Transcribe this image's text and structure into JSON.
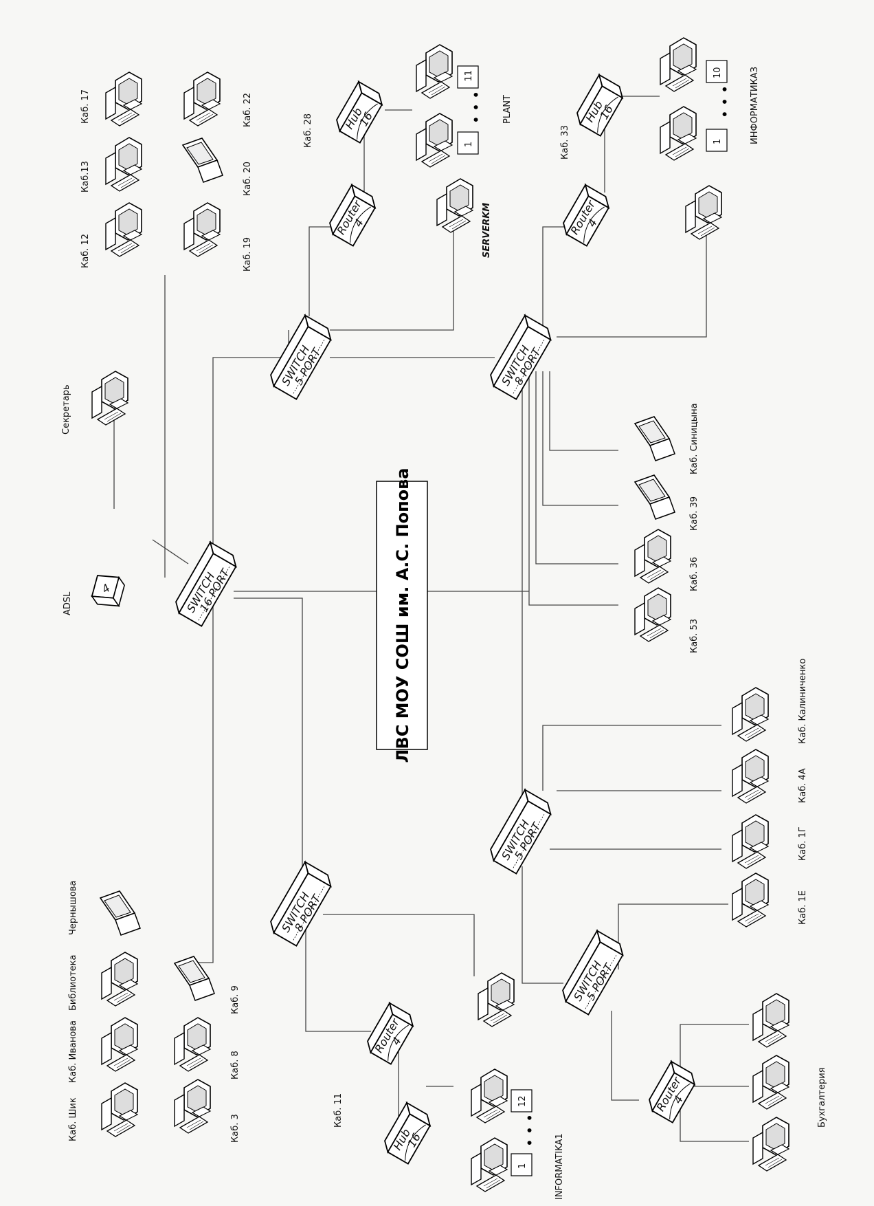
{
  "title": "ЛВС МОУ СОШ им. А.С. Попова",
  "devices": {
    "main_switch": {
      "l1": "SWITCH",
      "l2": "16 PORT"
    },
    "adsl_label": "ADSL",
    "adsl_num": "4",
    "top_switch": {
      "l1": "SWITCH",
      "l2": "5 PORT"
    },
    "right_switch": {
      "l1": "SWITCH",
      "l2": "8 PORT"
    },
    "left_switch": {
      "l1": "SWITCH",
      "l2": "8 PORT"
    },
    "mid_switch": {
      "l1": "SWITCH",
      "l2": "5 PORT"
    },
    "bottom_switch": {
      "l1": "SWITCH",
      "l2": "5 PORT"
    },
    "router_28": {
      "l1": "Router",
      "l2": "4"
    },
    "router_33": {
      "l1": "Router",
      "l2": "4"
    },
    "router_11": {
      "l1": "Router",
      "l2": "4"
    },
    "router_buh": {
      "l1": "Router",
      "l2": "4"
    },
    "hub_28": {
      "l1": "Hub",
      "l2": "16"
    },
    "hub_33": {
      "l1": "Hub",
      "l2": "16"
    },
    "hub_11": {
      "l1": "Hub",
      "l2": "16"
    },
    "server_label": "SERVERKM"
  },
  "labels": {
    "kab17": "Каб. 17",
    "kab13": "Каб.13",
    "kab12": "Каб. 12",
    "kab22": "Каб. 22",
    "kab20": "Каб. 20",
    "kab19": "Каб. 19",
    "kab28": "Каб. 28",
    "plant": "PLANT",
    "kab33": "Каб. 33",
    "informatika3": "ИНФОРМАТИКАЗ",
    "sekretar": "Секретарь",
    "sinicyna": "Каб. Синицына",
    "kab39": "Каб. 39",
    "kab36": "Каб. 36",
    "kab53": "Каб. 53",
    "kalinichenko": "Каб. Калиниченко",
    "kab4a": "Каб. 4А",
    "kab1g": "Каб. 1Г",
    "kab1e": "Каб. 1Е",
    "buhgalteria": "Бухгалтерия",
    "chernyshova": "Чернышова",
    "biblioteka": "Библиотека",
    "ivanova": "Каб. Иванова",
    "shik": "Каб. Шик",
    "kab9": "Каб. 9",
    "kab8": "Каб. 8",
    "kab3": "Каб. 3",
    "kab11": "Каб. 11",
    "informatika1": "INFORMATIKA1"
  },
  "numbers": {
    "pc28_last": "11",
    "pc28_first": "1",
    "pc33_last": "10",
    "pc33_first": "1",
    "pc11_last": "12",
    "pc11_first": "1",
    "ellipsis": "• • •"
  }
}
